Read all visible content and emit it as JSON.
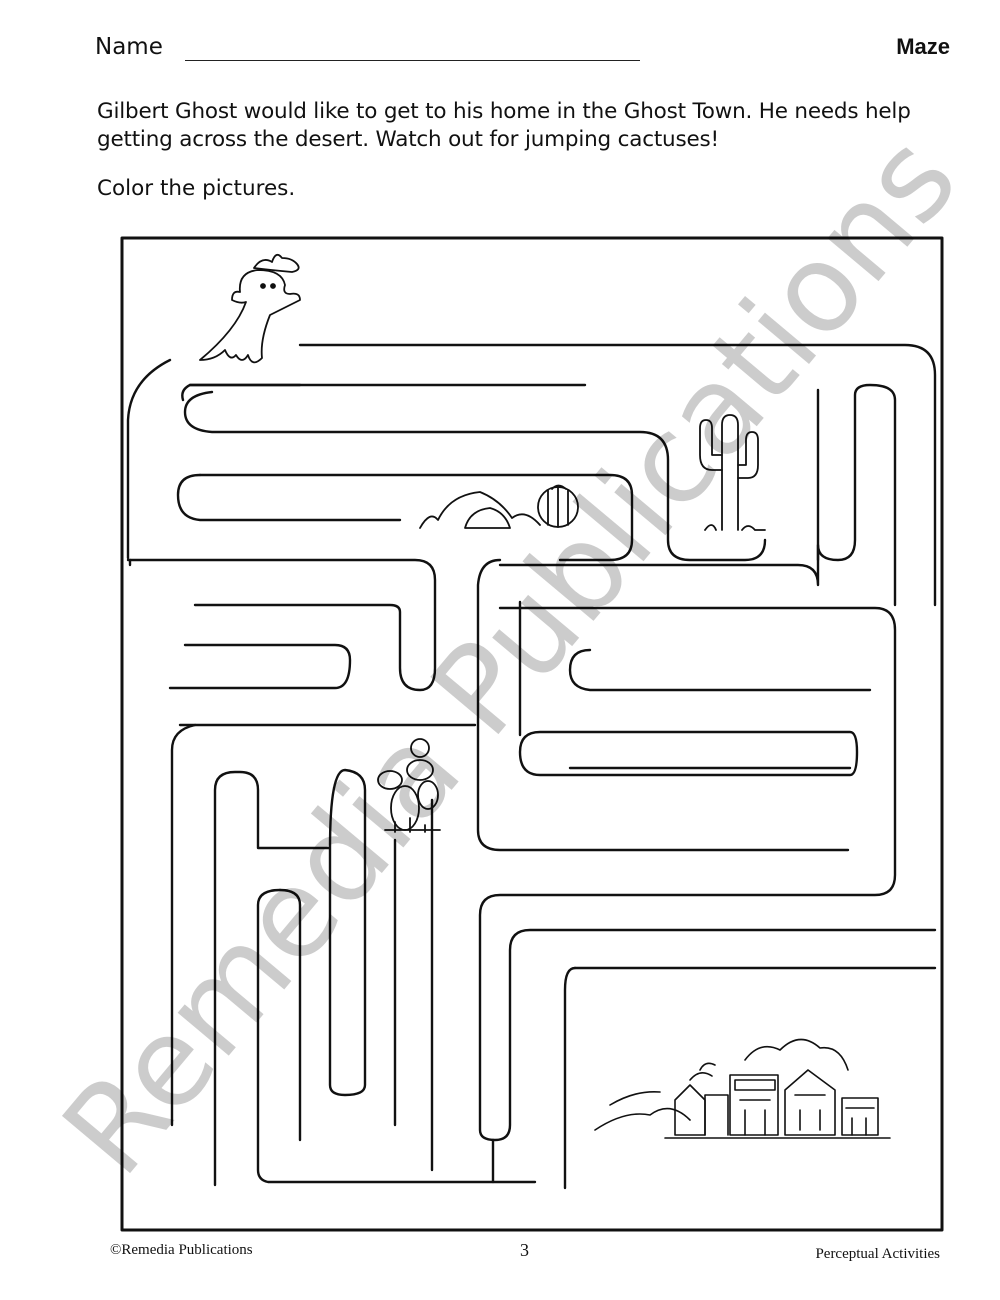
{
  "header": {
    "name_label": "Name",
    "title": "Maze"
  },
  "instructions": {
    "paragraph": "Gilbert Ghost would like to get to his home in the Ghost Town. He needs help getting across the desert. Watch out for jumping cactuses!",
    "color_prompt": "Color the pictures."
  },
  "watermark": "Remedia Publications",
  "footer": {
    "copyright": "©Remedia Publications",
    "page_number": "3",
    "book_title": "Perceptual Activities"
  },
  "pictures": [
    "ghost-icon",
    "barrel-cactus-icon",
    "saguaro-cactus-icon",
    "prickly-pear-cactus-icon",
    "ghost-town-icon"
  ]
}
